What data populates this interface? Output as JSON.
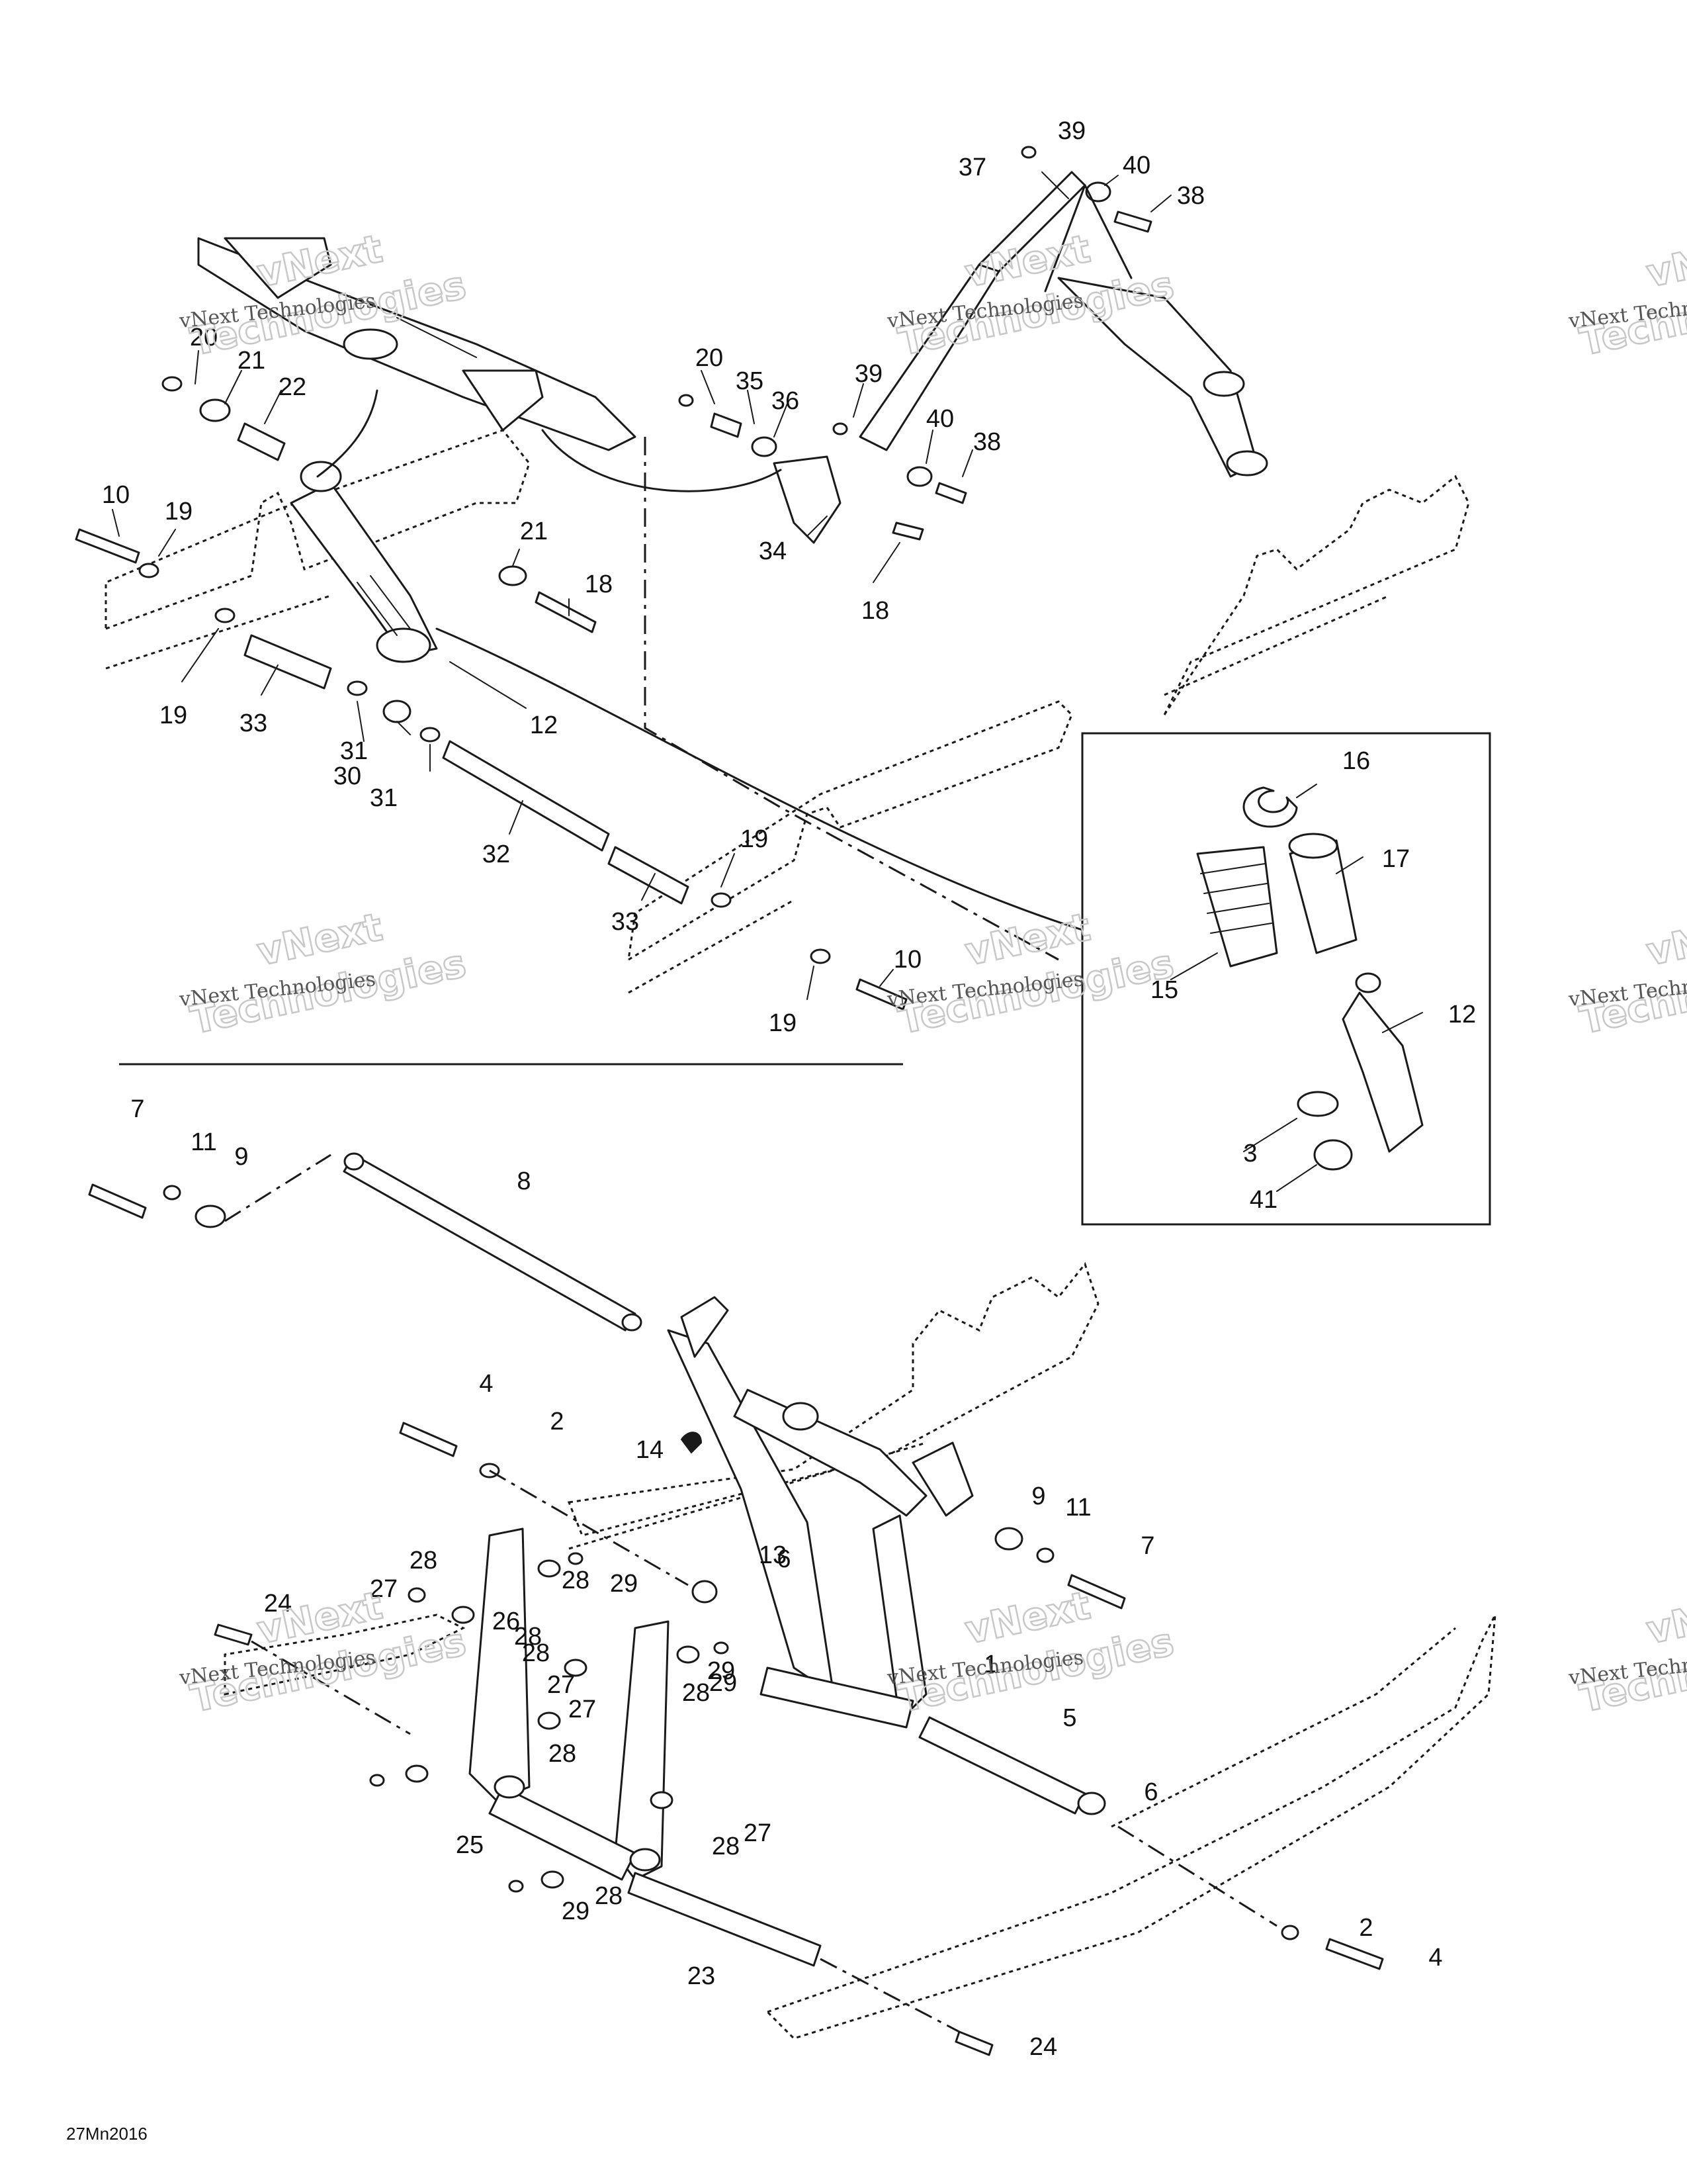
{
  "drawing_code": "27Mn2016",
  "watermark": {
    "line1": "vNext Technologies",
    "line2_top": "vNext",
    "line2_bottom": "Technologies"
  },
  "callouts": [
    "39",
    "37",
    "40",
    "38",
    "20",
    "21",
    "22",
    "20",
    "35",
    "36",
    "39",
    "40",
    "38",
    "10",
    "19",
    "21",
    "18",
    "34",
    "18",
    "19",
    "33",
    "12",
    "31",
    "30",
    "31",
    "32",
    "19",
    "33",
    "10",
    "19",
    "16",
    "17",
    "15",
    "12",
    "3",
    "41",
    "7",
    "11",
    "9",
    "8",
    "4",
    "2",
    "14",
    "13",
    "9",
    "11",
    "7",
    "28",
    "27",
    "28",
    "29",
    "24",
    "26",
    "28",
    "29",
    "28",
    "27",
    "6",
    "1",
    "28",
    "29",
    "28",
    "27",
    "5",
    "6",
    "25",
    "28",
    "27",
    "28",
    "29",
    "23",
    "2",
    "4",
    "24"
  ]
}
